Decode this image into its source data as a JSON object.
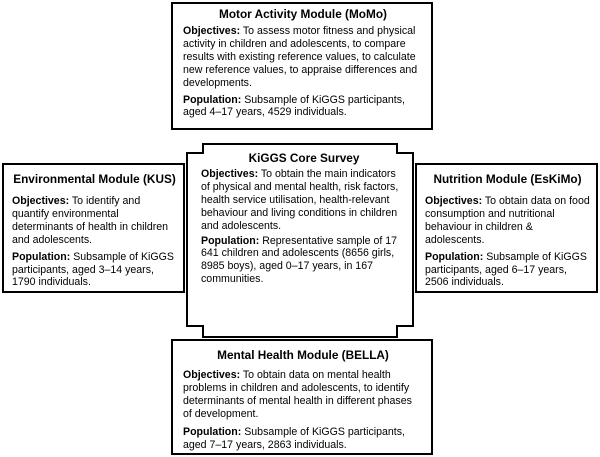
{
  "modules": {
    "momo": {
      "title": "Motor Activity Module (MoMo)",
      "objectives_label": "Objectives:",
      "objectives": "To assess motor fitness and physical activity in children and adolescents, to compare results with existing reference values, to calculate new reference values, to appraise differences and developments.",
      "population_label": "Population:",
      "population": "Subsample of KiGGS participants, aged 4–17 years, 4529 individuals."
    },
    "kus": {
      "title": "Environmental Module (KUS)",
      "objectives_label": "Objectives:",
      "objectives": "To identify and quantify environmental determinants of health in children and adolescents.",
      "population_label": "Population:",
      "population": "Subsample of KiGGS participants, aged 3–14 years, 1790 individuals."
    },
    "core": {
      "title": "KiGGS Core Survey",
      "objectives_label": "Objectives:",
      "objectives": "To obtain the main indicators of physical and mental health, risk factors, health service utilisation, health-relevant behaviour and living conditions in children and adolescents.",
      "population_label": "Population:",
      "population": "Representative sample of 17 641 children and adolescents (8656 girls, 8985 boys), aged 0–17 years, in 167 communities."
    },
    "eskimo": {
      "title": "Nutrition Module (EsKiMo)",
      "objectives_label": "Objectives:",
      "objectives": "To obtain data on food consumption and nutritional behaviour in children & adolescents.",
      "population_label": "Population:",
      "population": "Subsample of KiGGS participants, aged 6–17 years, 2506 individuals."
    },
    "bella": {
      "title": "Mental Health Module (BELLA)",
      "objectives_label": "Objectives:",
      "objectives": "To obtain data on mental health problems in children and adolescents, to identify determinants of mental health in different phases of development.",
      "population_label": "Population:",
      "population": "Subsample of KiGGS participants, aged 7–17 years, 2863 individuals."
    }
  }
}
